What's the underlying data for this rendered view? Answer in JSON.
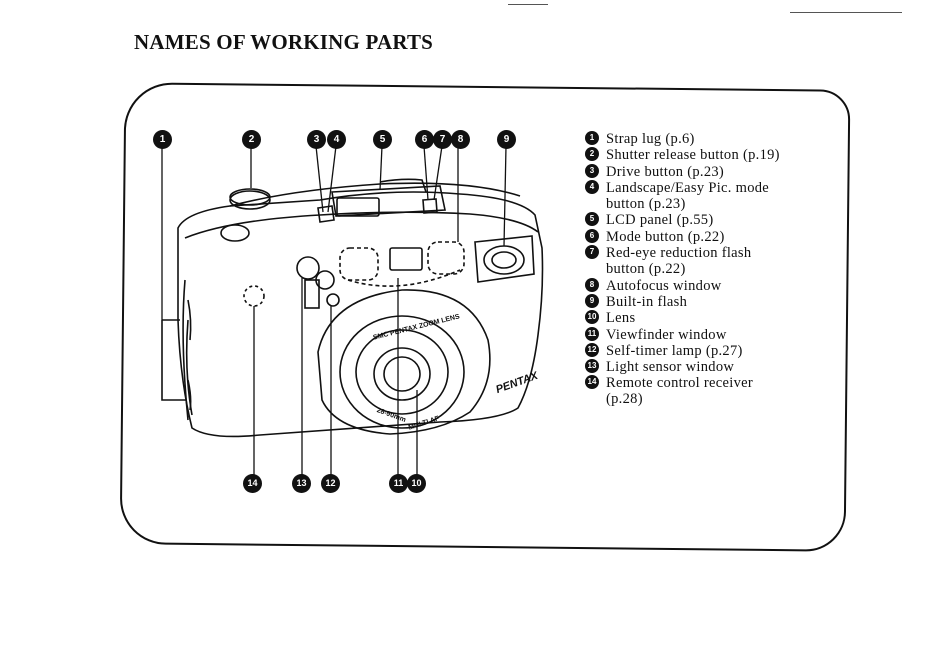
{
  "page": {
    "title": "NAMES OF WORKING PARTS"
  },
  "callouts": {
    "c1": "1",
    "c2": "2",
    "c3": "3",
    "c4": "4",
    "c5": "5",
    "c6": "6",
    "c7": "7",
    "c8": "8",
    "c9": "9",
    "c10": "10",
    "c11": "11",
    "c12": "12",
    "c13": "13",
    "c14": "14"
  },
  "camera": {
    "brand": "PENTAX",
    "lens_ring": "SMC PENTAX ZOOM LENS",
    "lens_range": "28-90mm",
    "lens_label": "MULTI AF"
  },
  "parts": [
    {
      "num": "1",
      "label": "Strap lug (p.6)"
    },
    {
      "num": "2",
      "label": "Shutter release button (p.19)"
    },
    {
      "num": "3",
      "label": "Drive button (p.23)"
    },
    {
      "num": "4",
      "label": "Landscape/Easy Pic. mode",
      "cont": "button (p.23)"
    },
    {
      "num": "5",
      "label": "LCD panel (p.55)"
    },
    {
      "num": "6",
      "label": "Mode button (p.22)"
    },
    {
      "num": "7",
      "label": "Red-eye reduction flash",
      "cont": "button (p.22)"
    },
    {
      "num": "8",
      "label": "Autofocus window"
    },
    {
      "num": "9",
      "label": "Built-in flash"
    },
    {
      "num": "10",
      "label": "Lens"
    },
    {
      "num": "11",
      "label": "Viewfinder window"
    },
    {
      "num": "12",
      "label": "Self-timer lamp (p.27)"
    },
    {
      "num": "13",
      "label": "Light sensor window"
    },
    {
      "num": "14",
      "label": "Remote control receiver",
      "cont": "(p.28)"
    }
  ]
}
